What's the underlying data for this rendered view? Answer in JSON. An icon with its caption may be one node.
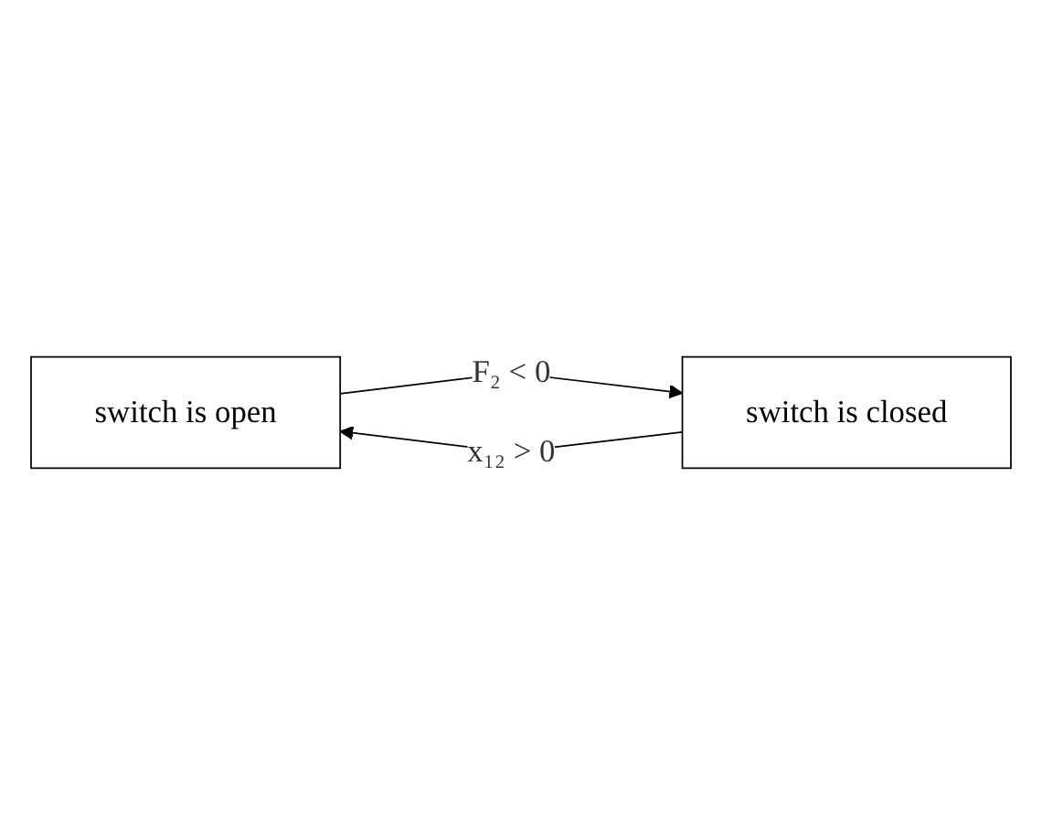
{
  "diagram": {
    "nodes": [
      {
        "text": [
          "switch is open"
        ]
      },
      {
        "text": [
          "switch is closed"
        ]
      }
    ],
    "edges": [
      {
        "from": 0,
        "to": 1,
        "arrow": "to",
        "label": "F₂ < 0"
      },
      {
        "from": 1,
        "to": 0,
        "arrow": "to",
        "label": "x₁₂ > 0"
      }
    ]
  }
}
